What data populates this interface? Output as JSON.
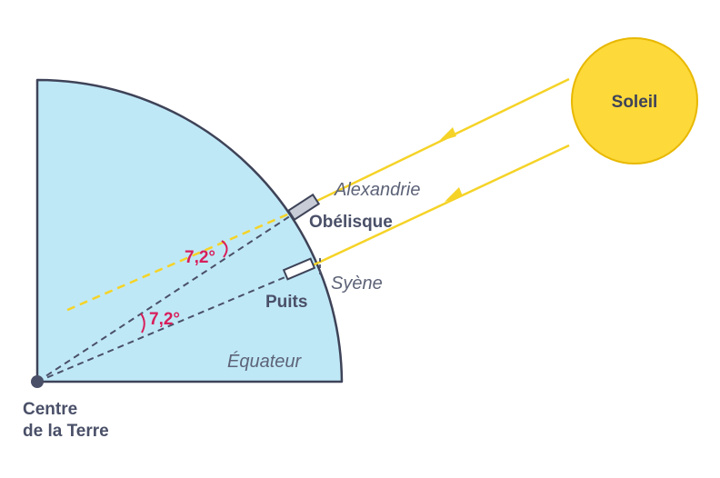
{
  "labels": {
    "sun": "Soleil",
    "city_north": "Alexandrie",
    "obelisk": "Obélisque",
    "city_south": "Syène",
    "well": "Puits",
    "equator": "Équateur",
    "center_line1": "Centre",
    "center_line2": "de la Terre",
    "angle_top": "7,2°",
    "angle_center": "7,2°"
  },
  "colors": {
    "earth_fill": "#bfe8f6",
    "earth_stroke": "#3e4358",
    "sun_fill": "#fdd93a",
    "sun_stroke": "#e8b800",
    "ray": "#f5d327",
    "dashed": "#4a5068",
    "angle": "#d81e5b"
  }
}
